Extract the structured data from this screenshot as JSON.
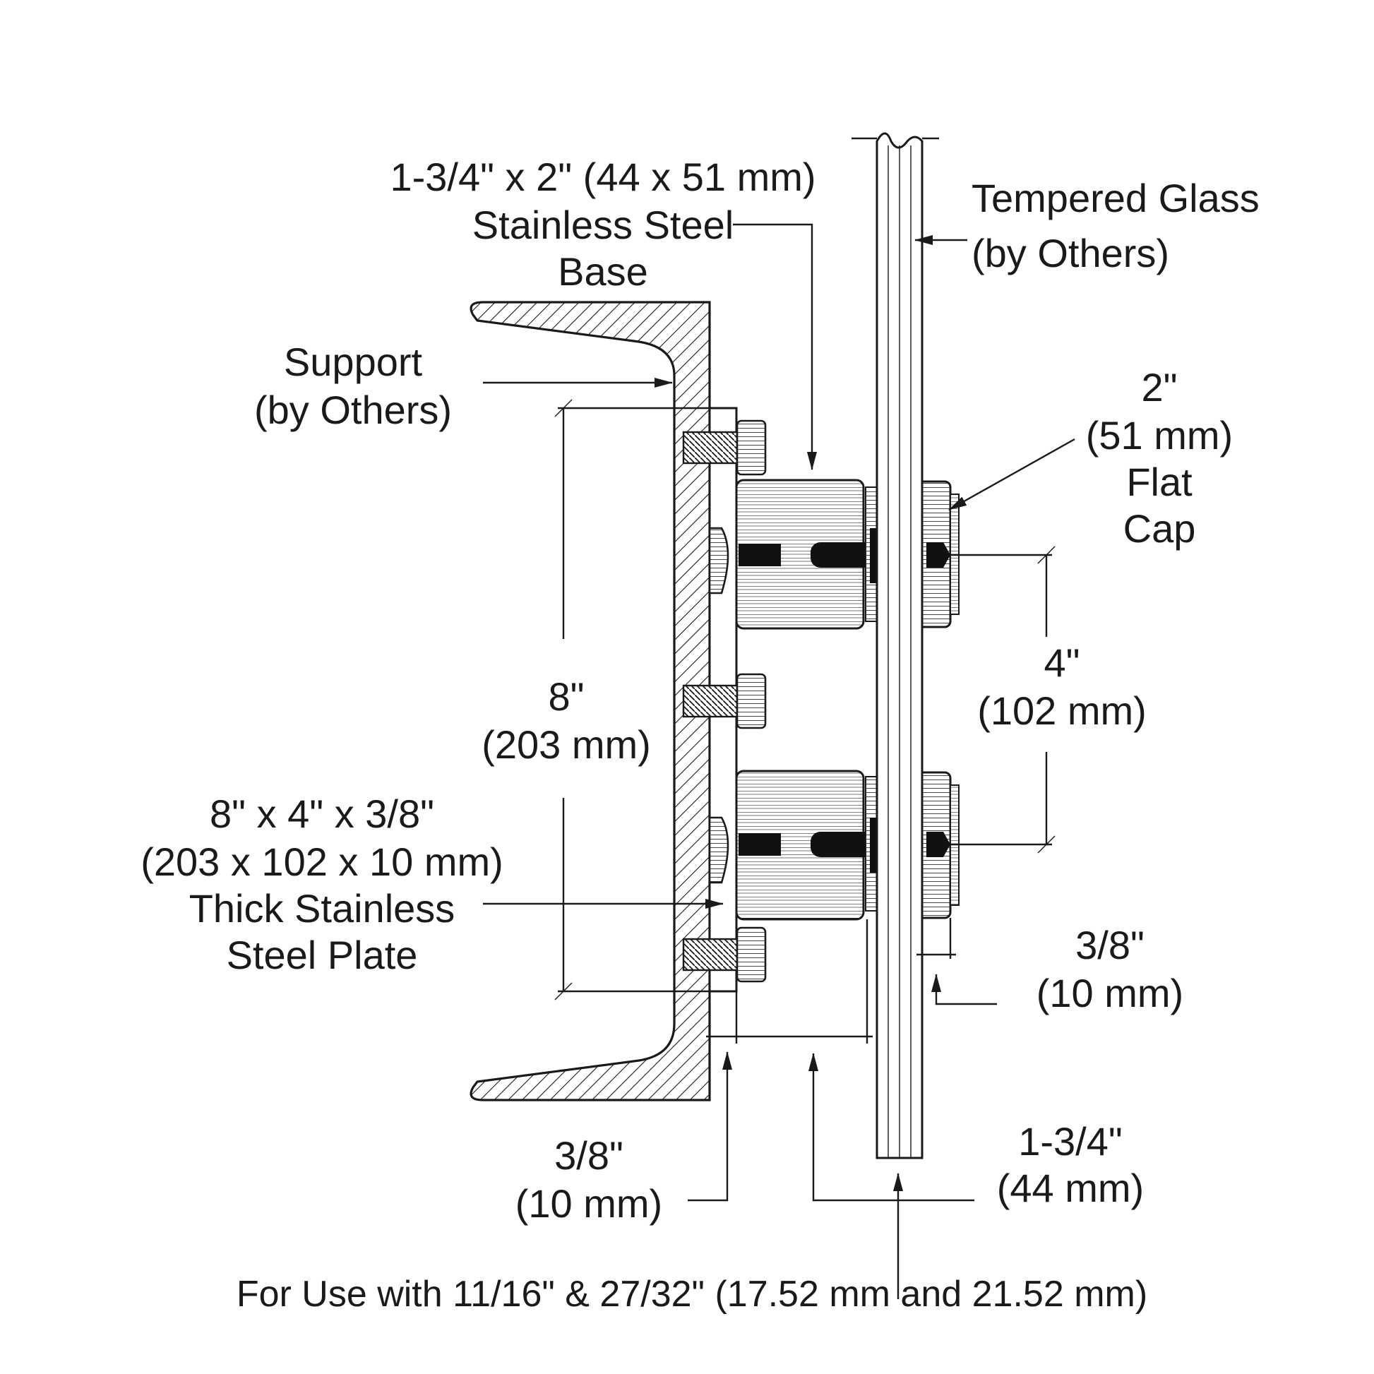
{
  "labels": {
    "base_line1": "1-3/4\" x 2\" (44 x 51 mm)",
    "base_line2": "Stainless Steel",
    "base_line3": "Base",
    "glass_line1": "Tempered Glass",
    "glass_line2": "(by Others)",
    "support_line1": "Support",
    "support_line2": "(by Others)",
    "cap_line1": "2\"",
    "cap_line2": "(51 mm)",
    "cap_line3": "Flat",
    "cap_line4": "Cap",
    "height_line1": "8\"",
    "height_line2": "(203 mm)",
    "spacing_line1": "4\"",
    "spacing_line2": "(102 mm)",
    "plate_line1": "8\" x 4\" x 3/8\"",
    "plate_line2": "(203 x 102 x 10 mm)",
    "plate_line3": "Thick Stainless",
    "plate_line4": "Steel Plate",
    "cap_thick_line1": "3/8\"",
    "cap_thick_line2": "(10 mm)",
    "plate_thick_line1": "3/8\"",
    "plate_thick_line2": "(10 mm)",
    "standoff_line1": "1-3/4\"",
    "standoff_line2": "(44 mm)",
    "footer": "For Use with 11/16\" & 27/32\" (17.52 mm and 21.52 mm)"
  }
}
